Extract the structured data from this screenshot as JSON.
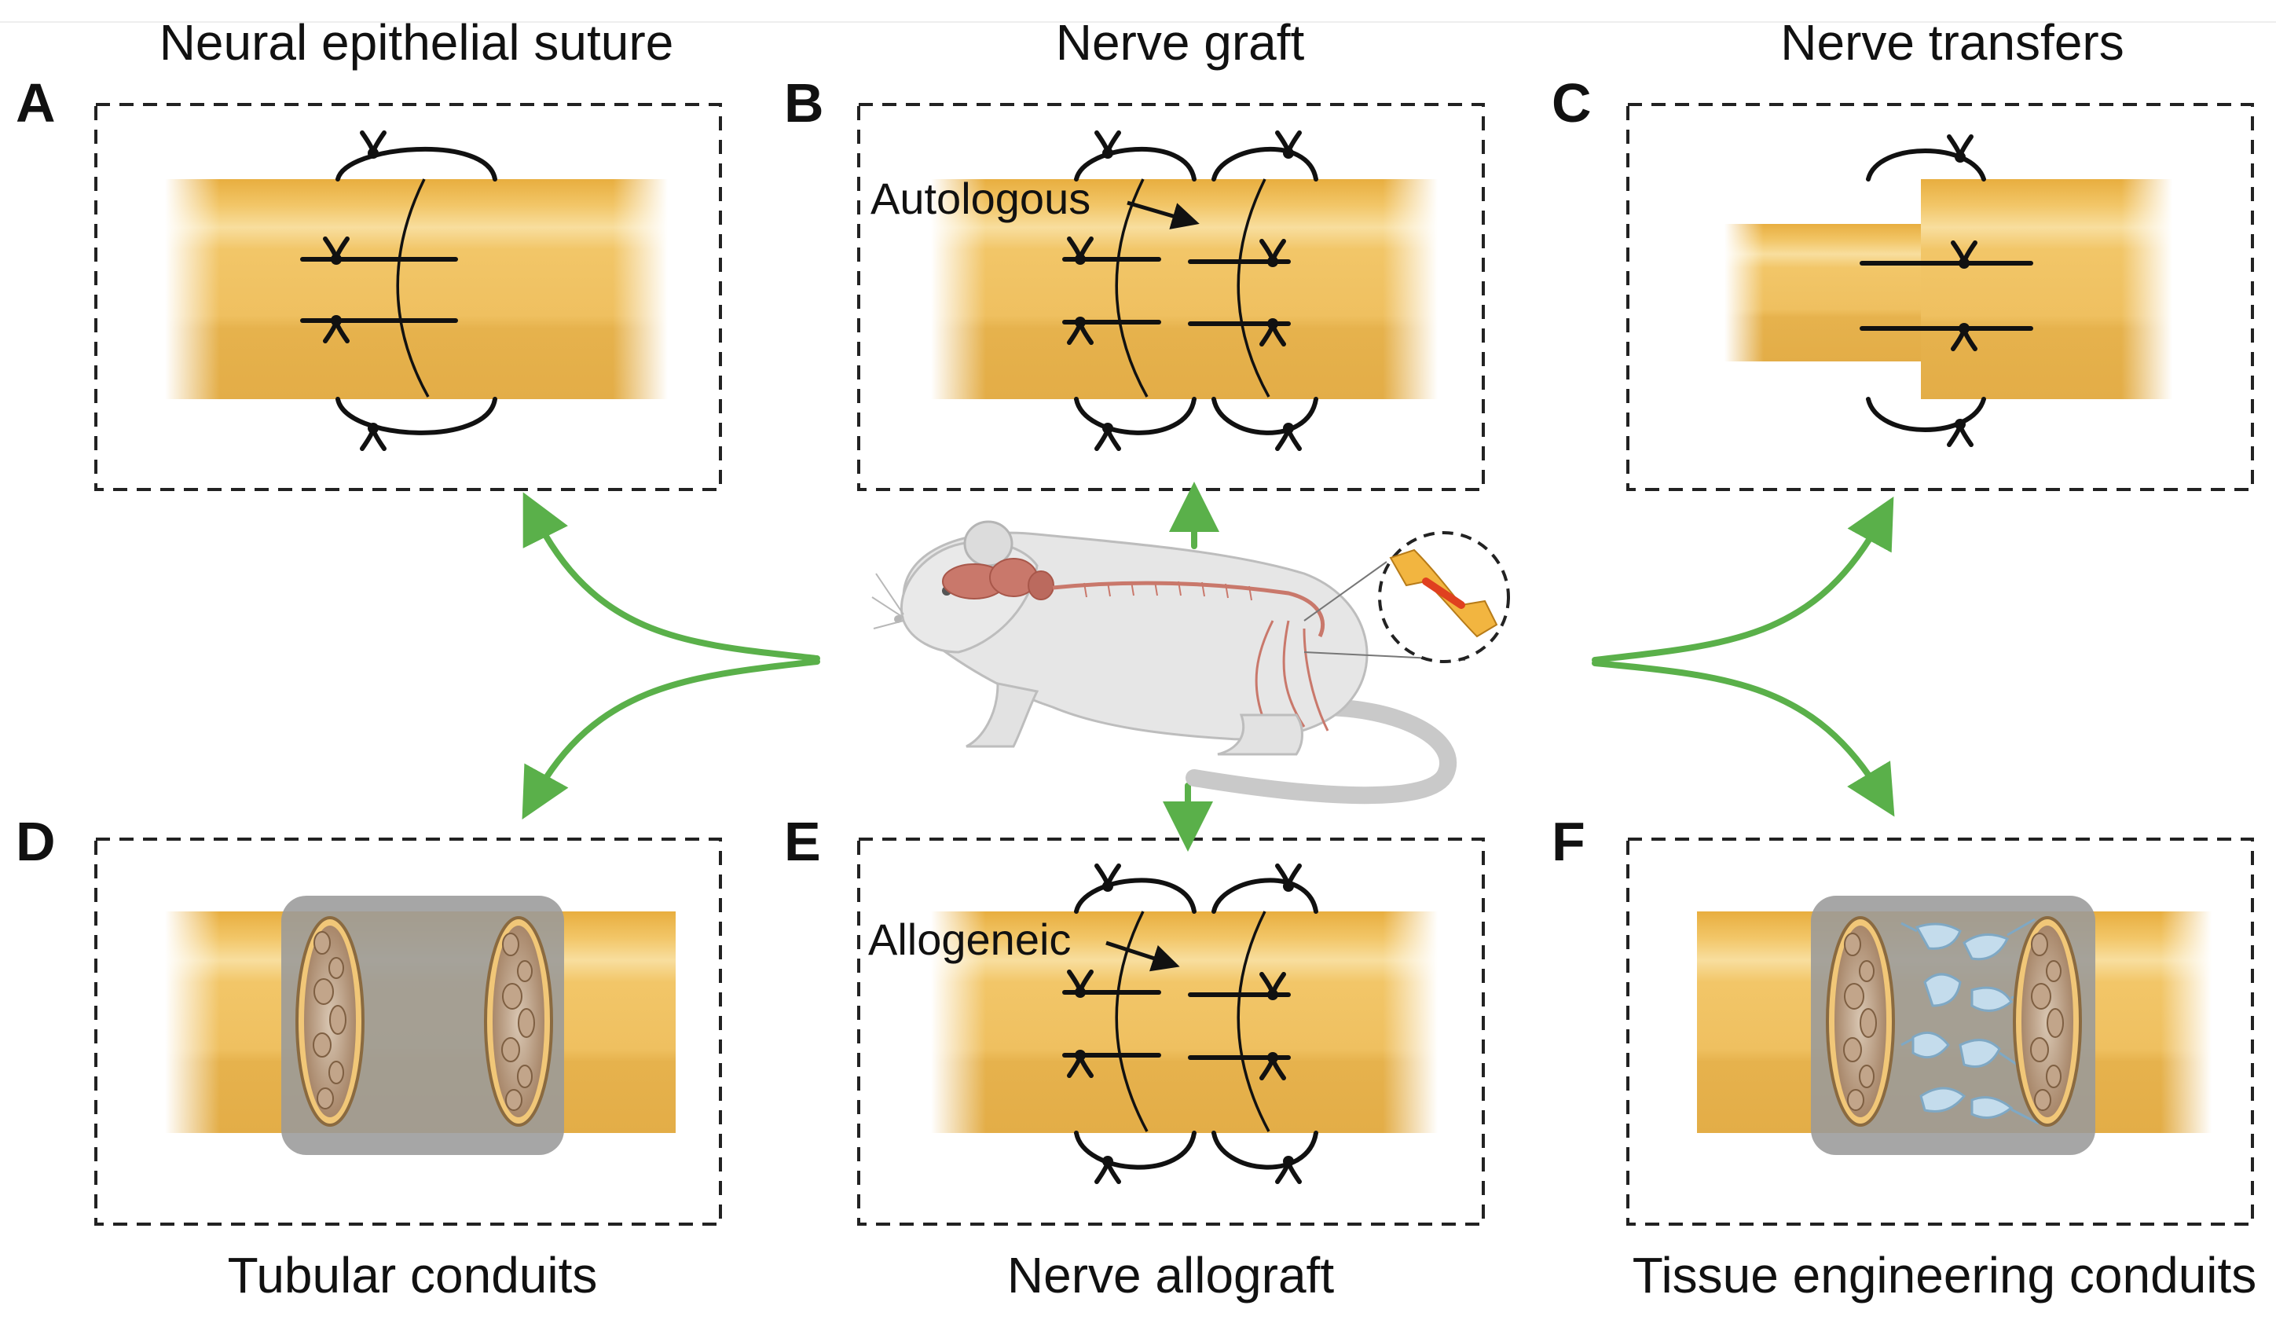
{
  "panels": {
    "A": {
      "letter": "A",
      "title": "Neural epithelial suture"
    },
    "B": {
      "letter": "B",
      "title": "Nerve graft",
      "annotation": "Autologous"
    },
    "C": {
      "letter": "C",
      "title": "Nerve transfers"
    },
    "D": {
      "letter": "D",
      "title": "Tubular conduits"
    },
    "E": {
      "letter": "E",
      "title": "Nerve allograft",
      "annotation": "Allogeneic"
    },
    "F": {
      "letter": "F",
      "title": "Tissue engineering conduits"
    }
  },
  "colors": {
    "nerve": "#f2c565",
    "nerve_dark": "#e2b14a",
    "nerve_light": "#f8dc97",
    "conduit": "#9a9a9a",
    "arrow": "#5ab04a",
    "mouse_body": "#e6e6e6",
    "brain": "#c9786b",
    "schwann_cell": "#b9d3e6"
  },
  "icons": [
    "mouse-illustration",
    "brain-icon",
    "spinal-cord-icon",
    "nerve-injury-magnifier-icon"
  ]
}
